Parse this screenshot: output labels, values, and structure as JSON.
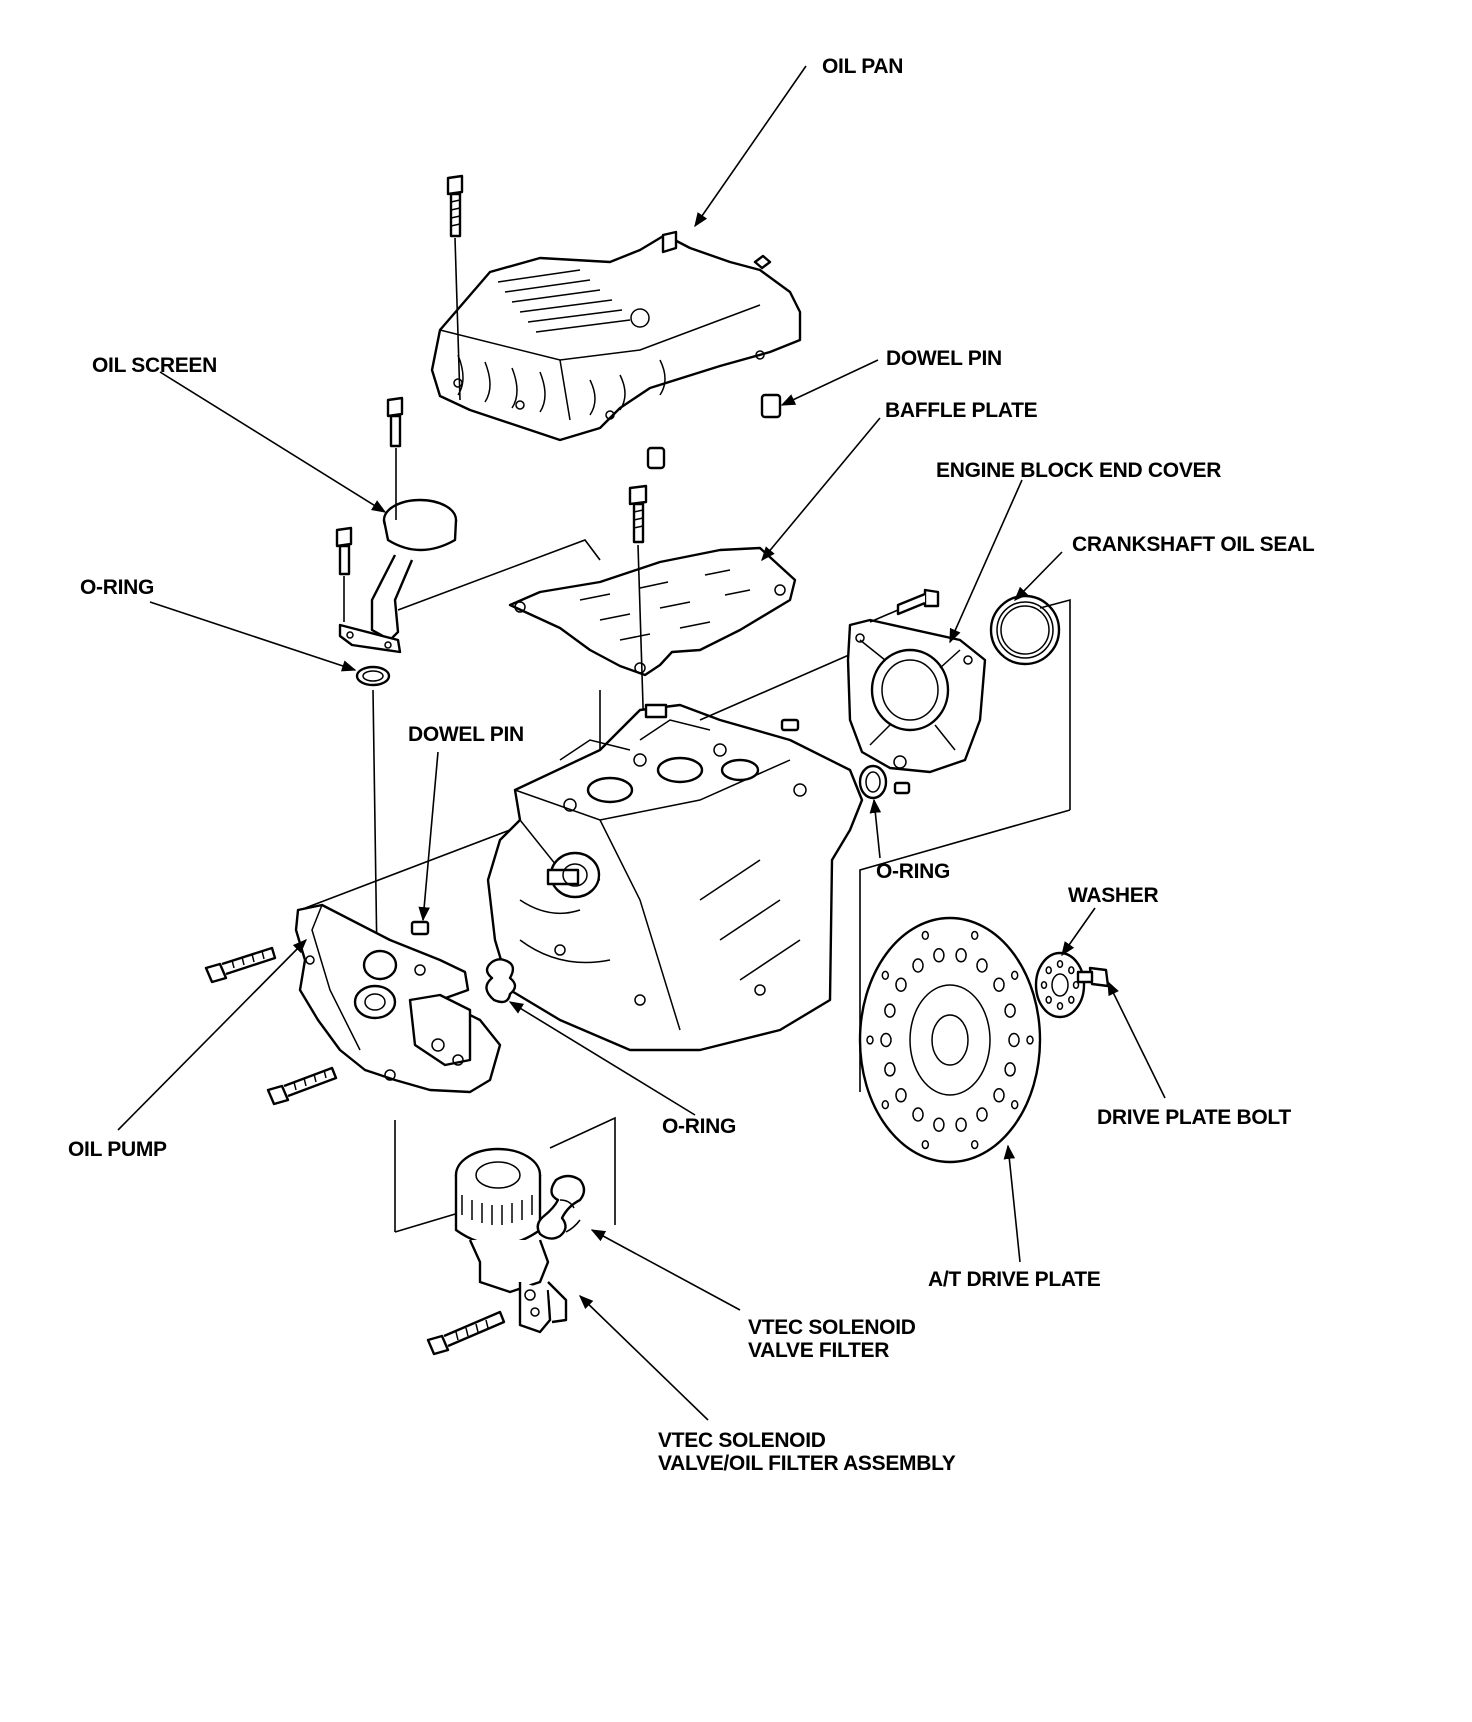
{
  "labels": {
    "oil_pan": "OIL PAN",
    "oil_screen": "OIL SCREEN",
    "dowel_pin_top": "DOWEL PIN",
    "baffle_plate": "BAFFLE PLATE",
    "engine_block_end_cover": "ENGINE BLOCK END COVER",
    "crankshaft_oil_seal": "CRANKSHAFT OIL SEAL",
    "o_ring_left": "O-RING",
    "dowel_pin_mid": "DOWEL PIN",
    "o_ring_right": "O-RING",
    "washer": "WASHER",
    "drive_plate_bolt": "DRIVE PLATE BOLT",
    "oil_pump": "OIL PUMP",
    "o_ring_bottom": "O-RING",
    "at_drive_plate": "A/T DRIVE PLATE",
    "vtec_filter_line1": "VTEC SOLENOID",
    "vtec_filter_line2": "VALVE FILTER",
    "vtec_assembly_line1": "VTEC SOLENOID",
    "vtec_assembly_line2": "VALVE/OIL FILTER ASSEMBLY"
  },
  "colors": {
    "ink": "#000000",
    "paper": "#ffffff"
  }
}
